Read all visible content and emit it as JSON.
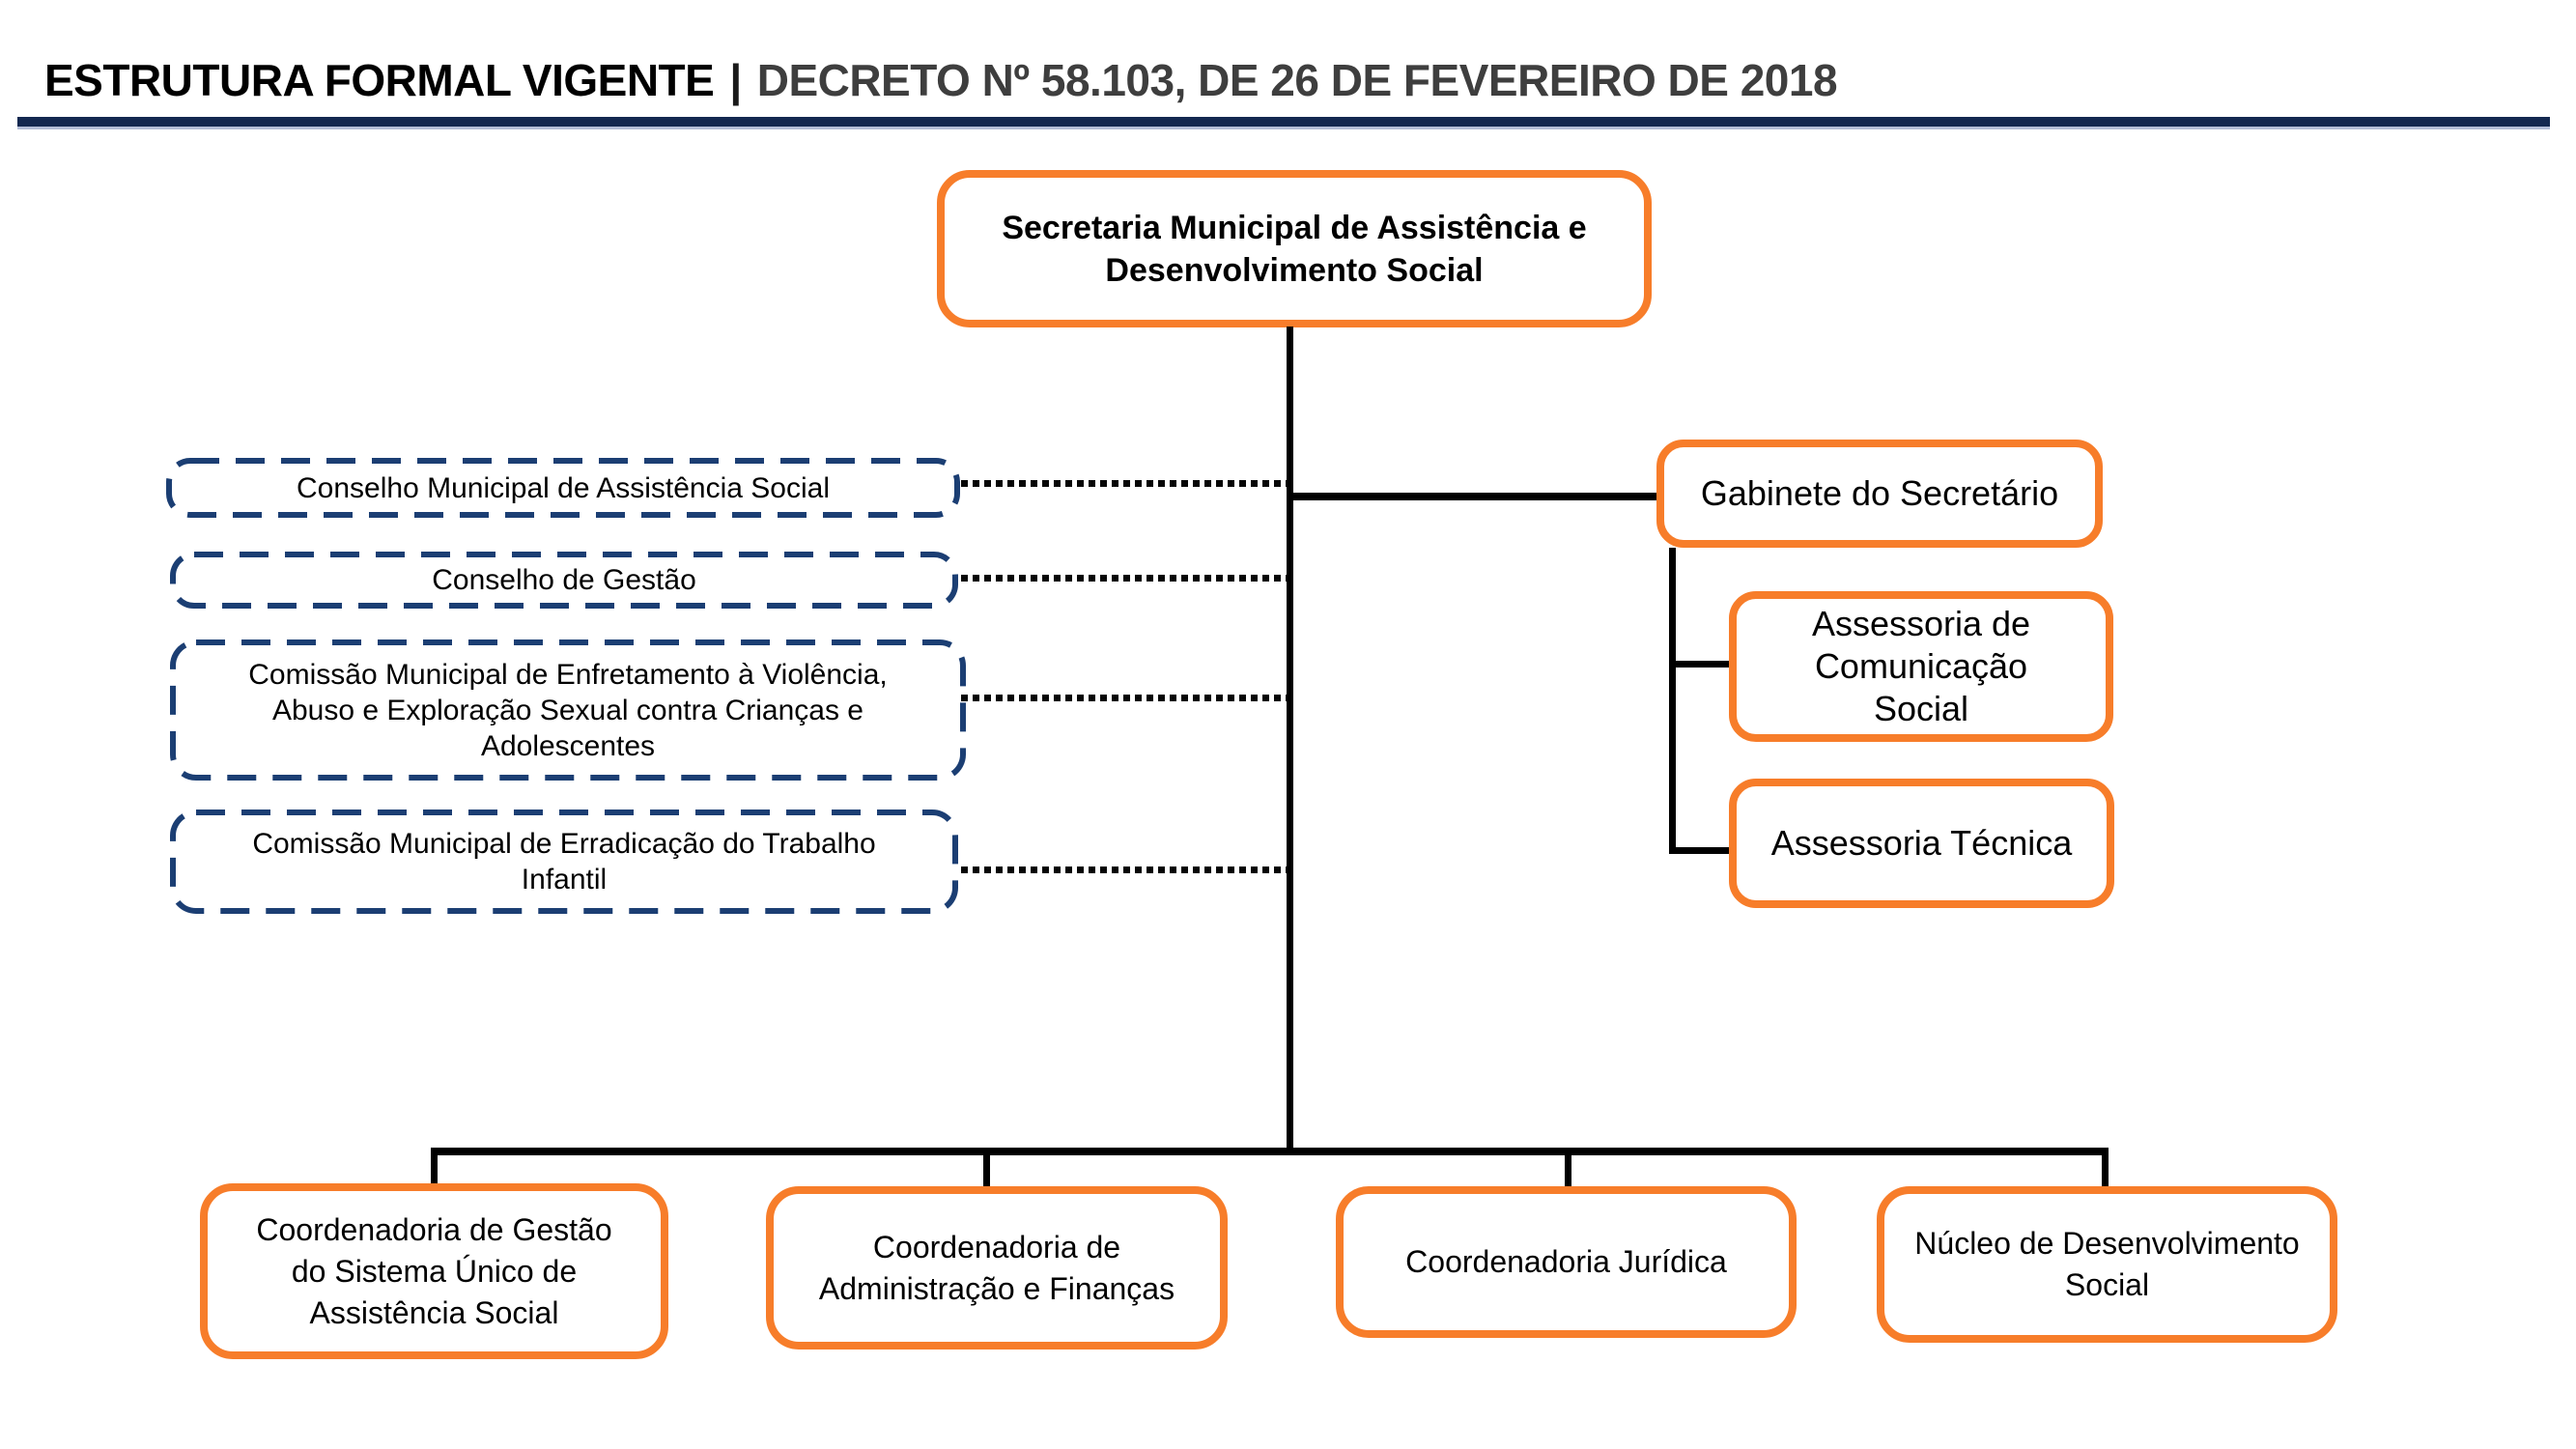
{
  "header": {
    "title_primary": "ESTRUTURA FORMAL VIGENTE",
    "title_divider": "|",
    "title_secondary": "DECRETO Nº 58.103, DE 26 DE FEVEREIRO DE 2018"
  },
  "colors": {
    "box_border_orange": "#F77D2A",
    "dashed_border_navy": "#1B3E73",
    "header_rule_navy": "#132850",
    "title_secondary_gray": "#3E3E3E",
    "connector_black": "#000000"
  },
  "org_chart": {
    "root": {
      "label": "Secretaria Municipal  de Assistência e Desenvolvimento Social"
    },
    "left_advisory_units": [
      {
        "label": "Conselho Municipal de Assistência Social"
      },
      {
        "label": "Conselho de Gestão"
      },
      {
        "label": "Comissão Municipal de Enfretamento à Violência, Abuso e Exploração Sexual contra Crianças e Adolescentes"
      },
      {
        "label": "Comissão Municipal de Erradicação do Trabalho Infantil"
      }
    ],
    "gabinete": {
      "label": "Gabinete do Secretário"
    },
    "assessorias": [
      {
        "label": "Assessoria de Comunicação Social"
      },
      {
        "label": "Assessoria Técnica"
      }
    ],
    "coordenadorias": [
      {
        "label": "Coordenadoria de Gestão do Sistema Único de Assistência Social"
      },
      {
        "label": "Coordenadoria de Administração e Finanças"
      },
      {
        "label": "Coordenadoria Jurídica"
      },
      {
        "label": "Núcleo de Desenvolvimento Social"
      }
    ]
  }
}
